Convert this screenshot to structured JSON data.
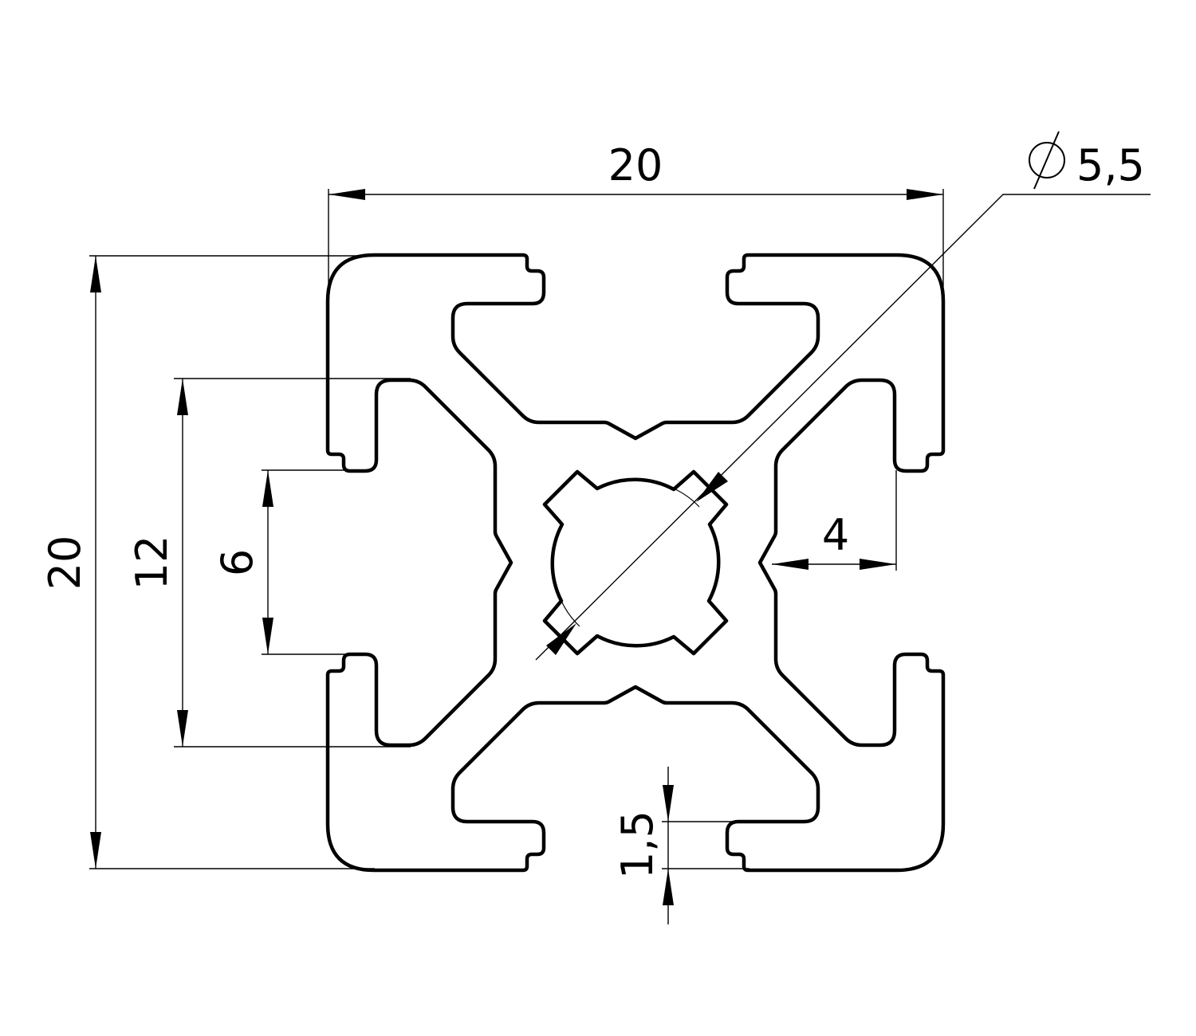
{
  "drawing": {
    "title": "Aluminium profile 20x20 cross-section",
    "stroke_color": "#000000",
    "background": "#ffffff"
  },
  "dimensions": {
    "width": "20",
    "height": "20",
    "slot_outer": "12",
    "slot_opening": "6",
    "slot_depth": "4",
    "wall_thickness": "1,5",
    "bore_diameter": "5,5",
    "bore_symbol": "diameter-icon"
  }
}
